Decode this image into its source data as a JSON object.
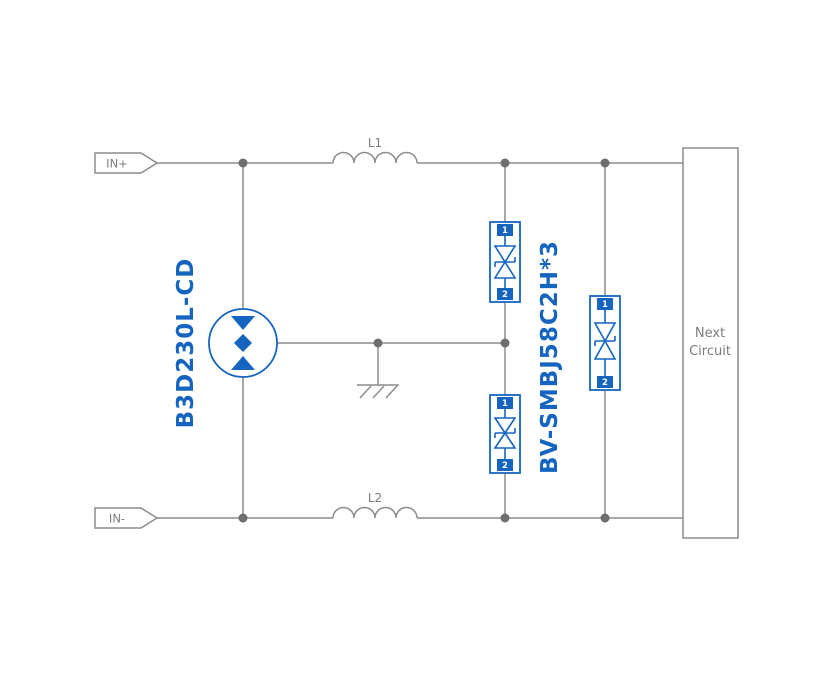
{
  "diagram": {
    "terminals": {
      "in_plus": "IN+",
      "in_minus": "IN-"
    },
    "inductors": {
      "l1": "L1",
      "l2": "L2"
    },
    "gdt": {
      "label": "B3D230L-CD"
    },
    "tvs": {
      "label": "BV-SMBJ58C2H*3",
      "pin1": "1",
      "pin2": "2"
    },
    "next_circuit": {
      "line1": "Next",
      "line2": "Circuit"
    },
    "colors": {
      "wire": "#8c8c8c",
      "dot": "#6e6e6e",
      "blue": "#1565c0",
      "text": "#7d7d7d"
    }
  }
}
